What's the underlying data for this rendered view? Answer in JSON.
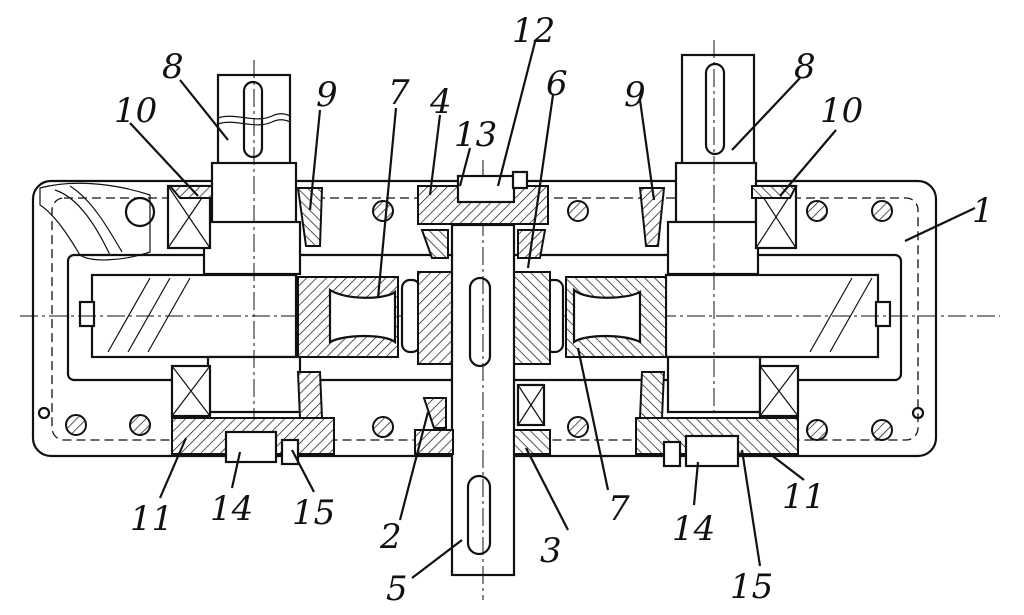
{
  "callouts": [
    {
      "id": "1",
      "text": "1"
    },
    {
      "id": "2",
      "text": "2"
    },
    {
      "id": "3",
      "text": "3"
    },
    {
      "id": "4",
      "text": "4"
    },
    {
      "id": "5",
      "text": "5"
    },
    {
      "id": "6",
      "text": "6"
    },
    {
      "id": "7a",
      "text": "7"
    },
    {
      "id": "7b",
      "text": "7"
    },
    {
      "id": "8a",
      "text": "8"
    },
    {
      "id": "8b",
      "text": "8"
    },
    {
      "id": "9a",
      "text": "9"
    },
    {
      "id": "9b",
      "text": "9"
    },
    {
      "id": "10a",
      "text": "10"
    },
    {
      "id": "10b",
      "text": "10"
    },
    {
      "id": "11a",
      "text": "11"
    },
    {
      "id": "11b",
      "text": "11"
    },
    {
      "id": "12",
      "text": "12"
    },
    {
      "id": "13",
      "text": "13"
    },
    {
      "id": "14a",
      "text": "14"
    },
    {
      "id": "14b",
      "text": "14"
    },
    {
      "id": "15a",
      "text": "15"
    },
    {
      "id": "15b",
      "text": "15"
    }
  ],
  "colors": {
    "ink": "#111111",
    "paper": "#ffffff"
  }
}
